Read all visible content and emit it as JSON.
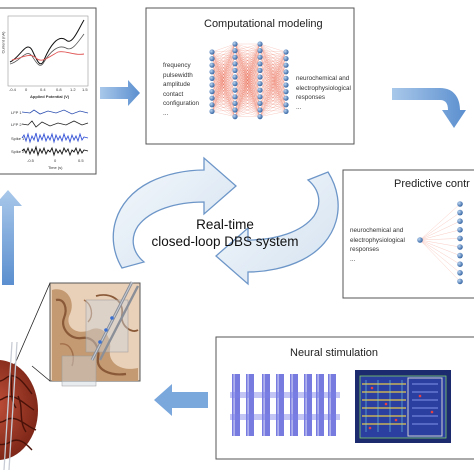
{
  "center": {
    "line1": "Real-time",
    "line2": "closed-loop DBS system"
  },
  "computational": {
    "title": "Computational modeling",
    "inputs": [
      "frequency",
      "pulsewidth",
      "amplitude",
      "contact",
      "configuration",
      "..."
    ],
    "outputs": [
      "neurochemical and",
      "electrophysiological",
      "responses",
      "..."
    ]
  },
  "predictive": {
    "title": "Predictive contr",
    "labels": [
      "neurochemical and",
      "electrophysiological",
      "responses",
      "..."
    ]
  },
  "stimulation": {
    "title": "Neural stimulation"
  },
  "recording": {
    "y_label": "Current (nA)",
    "x_label": "Applied Potential (V)",
    "x_ticks": [
      "-0.4",
      "0",
      "0.4",
      "0.8",
      "1.2",
      "1.5"
    ],
    "trace_labels": [
      "LFP 1",
      "LFP 2",
      "Spike 1",
      "Spike 2"
    ],
    "time_label": "Time (s)",
    "time_ticks": [
      "-0.5",
      "0",
      "0.5"
    ]
  },
  "colors": {
    "arrow": "#5b8fcf",
    "node": "#3f6fb5",
    "link": "#e8624a",
    "panel_border": "#555555"
  }
}
